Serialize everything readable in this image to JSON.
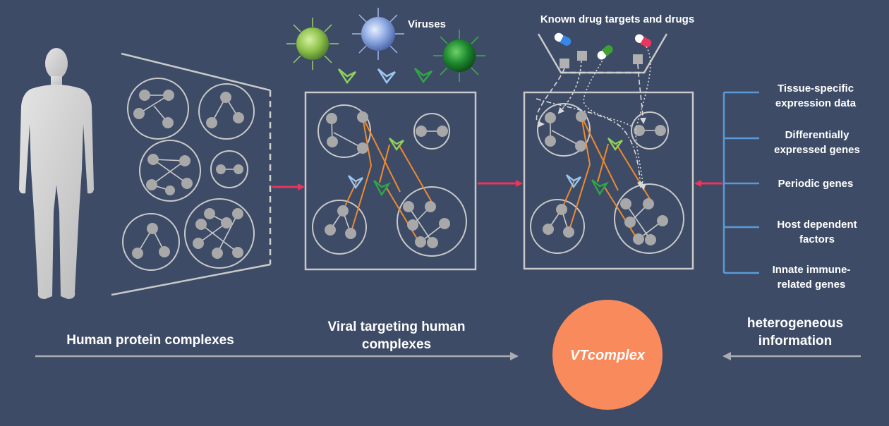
{
  "labels": {
    "viruses": "Viruses",
    "known_drugs": "Known drug targets and drugs",
    "human_protein_complexes": "Human protein complexes",
    "viral_targeting_line1": "Viral targeting human",
    "viral_targeting_line2": "complexes",
    "heterogeneous_line1": "heterogeneous",
    "heterogeneous_line2": "information",
    "vtcomplex": "VTcomplex"
  },
  "info_items": [
    {
      "line1": "Tissue-specific",
      "line2": "expression data"
    },
    {
      "line1": "Differentially",
      "line2": "expressed genes"
    },
    {
      "line1": "Periodic genes",
      "line2": ""
    },
    {
      "line1": "Host dependent",
      "line2": "factors"
    },
    {
      "line1": "Innate immune-",
      "line2": "related genes"
    }
  ],
  "colors": {
    "background": "#3d4b66",
    "vtcomplex_circle": "#f98a5c",
    "red_arrow": "#e8365d",
    "interaction_edge": "#f08a2c",
    "info_bracket": "#5b9ad6",
    "virus_green_light": "#8fd25a",
    "virus_blue": "#9cc7f0",
    "virus_green_dark": "#2fa845"
  },
  "icons": [
    "human-silhouette-icon",
    "virus-icon",
    "capsule-icon",
    "viral-protein-chevron-icon"
  ]
}
